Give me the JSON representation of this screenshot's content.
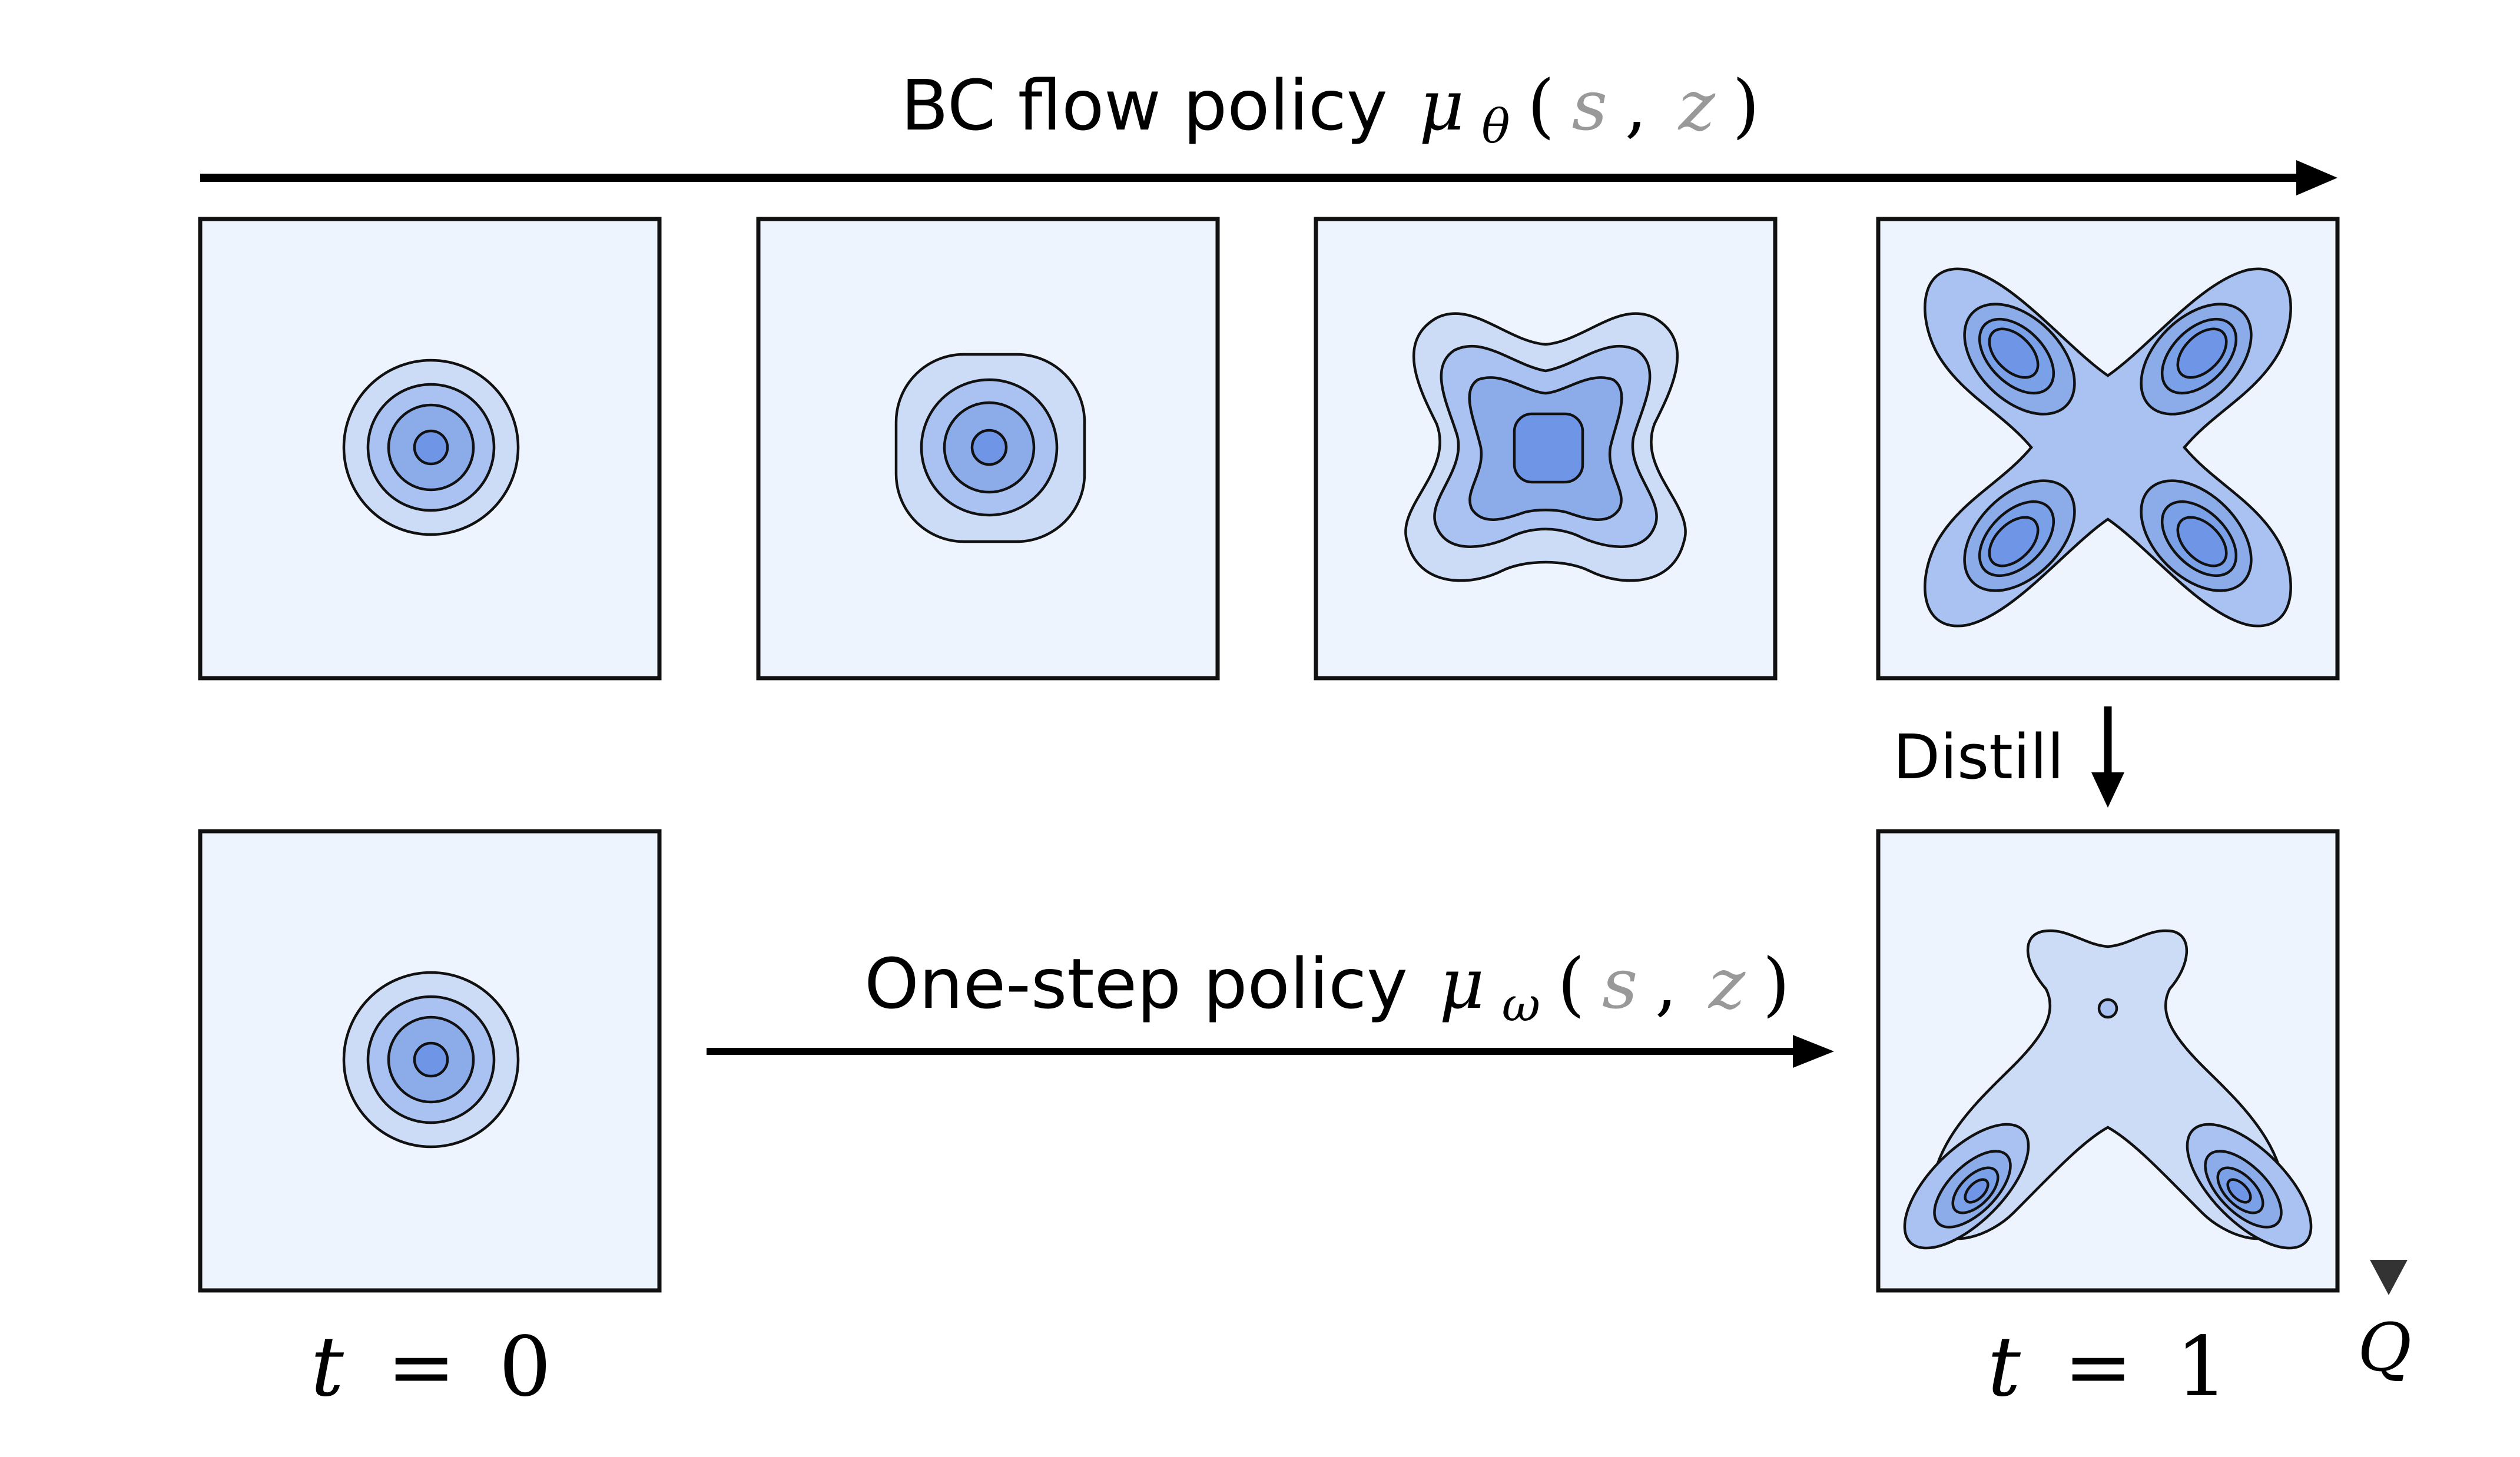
{
  "top_arrow": {
    "label_text": "BC flow policy",
    "symbol": "μ",
    "subscript": "θ",
    "open_paren": "(",
    "arg_s": "s",
    "comma": ",",
    "arg_z": "z",
    "close_paren": ")"
  },
  "bottom_arrow": {
    "label_text": "One-step policy",
    "symbol": "μ",
    "subscript": "ω",
    "open_paren": "(",
    "arg_s": "s",
    "comma": ",",
    "arg_z": "z",
    "close_paren": ")"
  },
  "distill": {
    "label": "Distill"
  },
  "time_labels": {
    "start": {
      "var": "t",
      "eq": "=",
      "val": "0"
    },
    "end": {
      "var": "t",
      "eq": "=",
      "val": "1"
    }
  },
  "q_axis": {
    "label": "Q"
  },
  "colors": {
    "panel_bg": "#eef4fd",
    "level_1": "#cddcf6",
    "level_2": "#a9c2f2",
    "level_3": "#8bace9",
    "level_4": "#6f95e6",
    "outline": "#111111"
  }
}
